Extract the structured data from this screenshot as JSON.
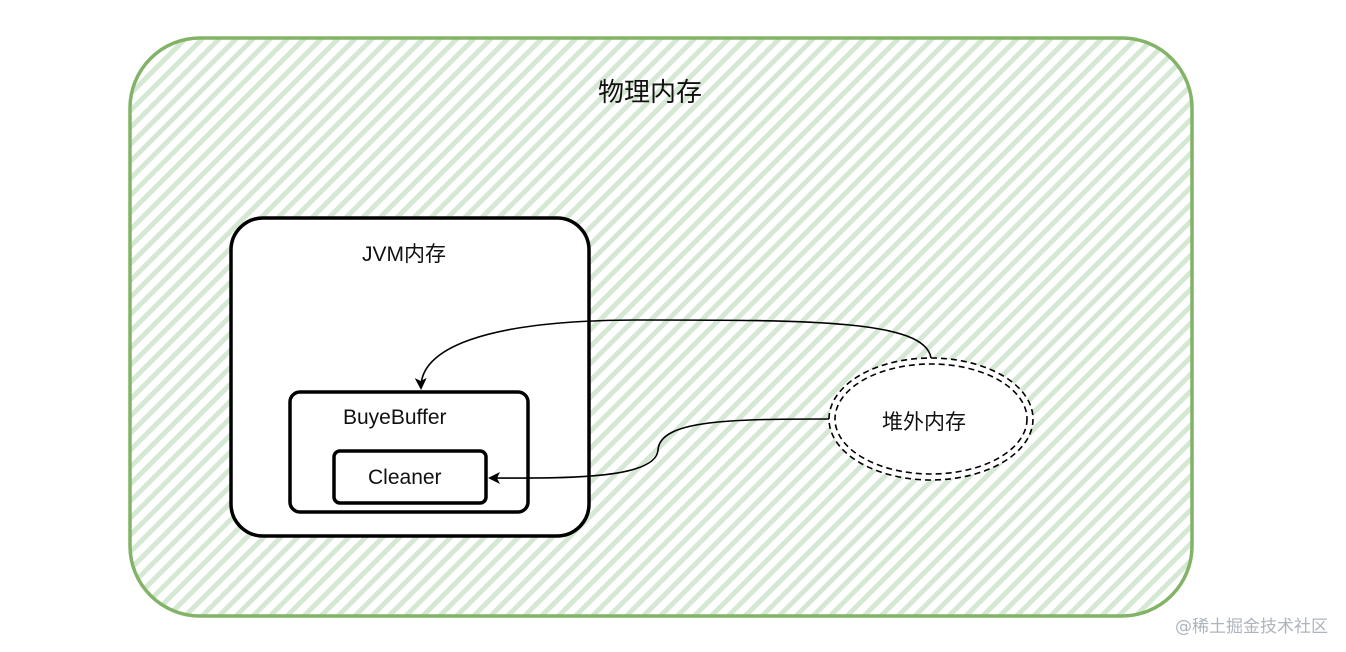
{
  "diagram": {
    "physical_memory": {
      "label": "物理内存",
      "fill_color": "#d5e8d4",
      "stroke_color": "#82b366",
      "fill_style": "hatched"
    },
    "jvm_memory": {
      "label": "JVM内存",
      "fill_color": "#ffffff",
      "stroke_color": "#000000"
    },
    "byte_buffer": {
      "label": "BuyeBuffer",
      "fill_color": "#ffffff",
      "stroke_color": "#000000"
    },
    "cleaner": {
      "label": "Cleaner",
      "fill_color": "#ffffff",
      "stroke_color": "#000000"
    },
    "off_heap_memory": {
      "label": "堆外内存",
      "shape": "ellipse",
      "border_style": "double-dashed",
      "fill_color": "#ffffff",
      "stroke_color": "#000000"
    },
    "edges": [
      {
        "from": "off_heap_memory",
        "to": "byte_buffer",
        "style": "curved-arrow"
      },
      {
        "from": "off_heap_memory",
        "to": "cleaner",
        "style": "curved-arrow"
      }
    ]
  },
  "watermark": {
    "text": "@稀土掘金技术社区"
  }
}
